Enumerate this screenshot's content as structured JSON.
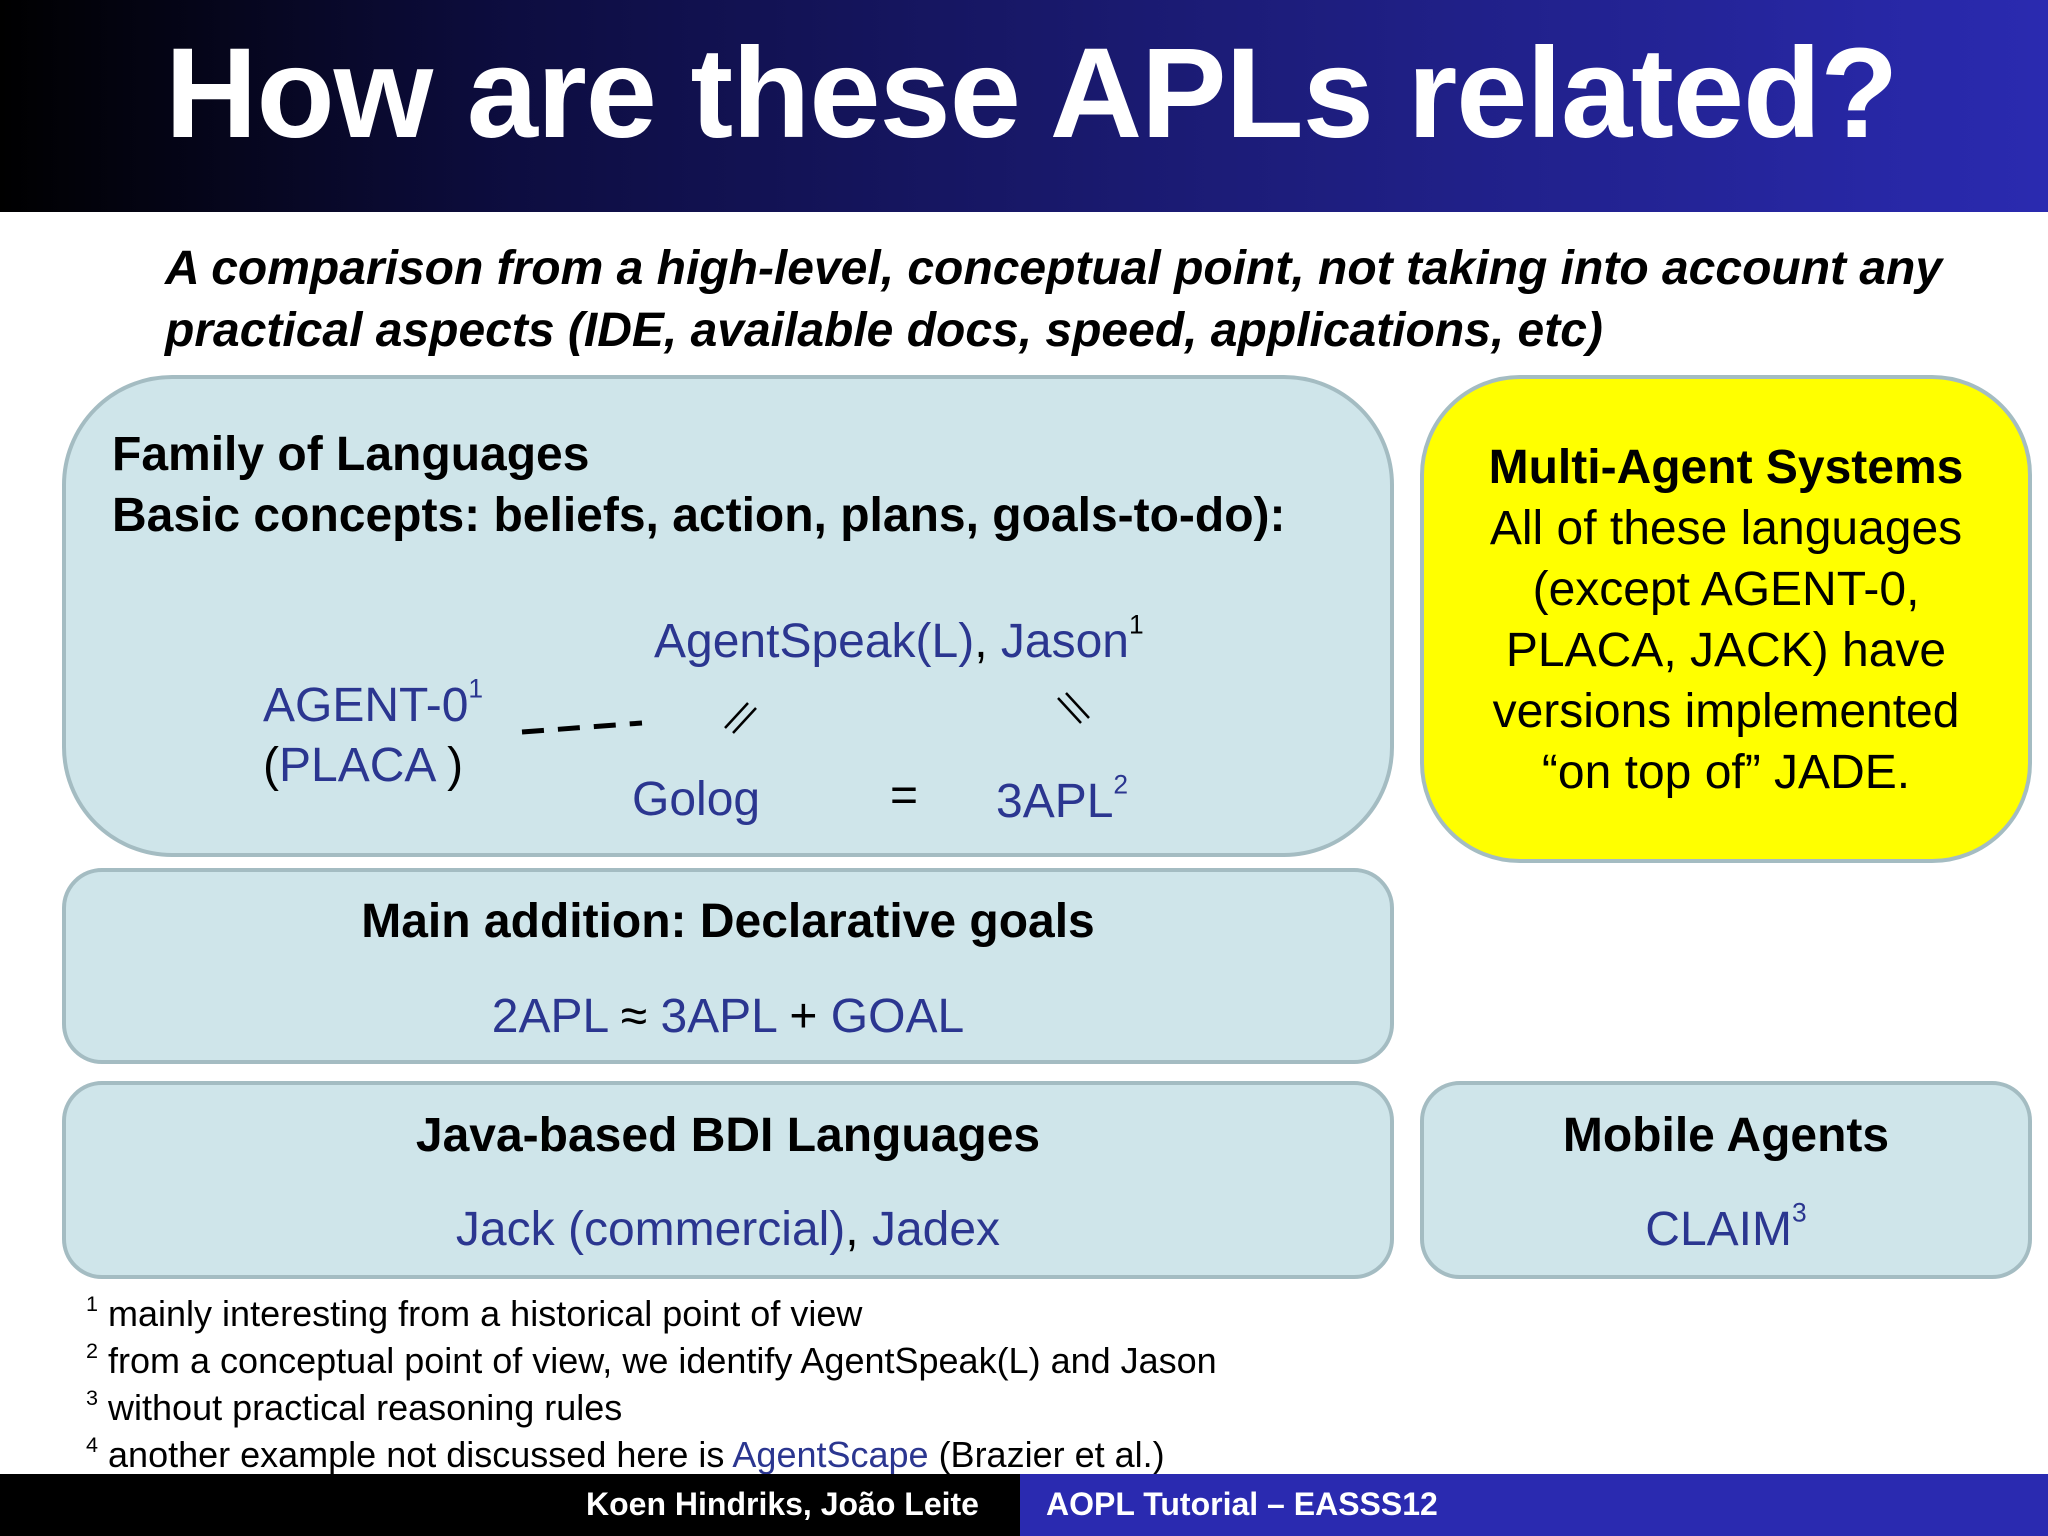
{
  "slide": {
    "title": "How are these APLs related?",
    "subtitle": "A comparison from a high-level, conceptual point, not taking into account any practical aspects (IDE, available docs, speed, applications, etc)"
  },
  "family": {
    "heading_1": "Family of Languages",
    "heading_2": "Basic concepts: beliefs, action, plans, goals-to-do):",
    "agentspeak": "AgentSpeak(L)",
    "comma": ", ",
    "jason": "Jason",
    "jason_note": "1",
    "agent0": "AGENT-0",
    "agent0_note": "1",
    "placa_open": "(",
    "placa": "PLACA",
    "placa_close": " )",
    "golog": "Golog",
    "equals": "=",
    "threeapl": "3APL",
    "threeapl_note": "2"
  },
  "mas": {
    "heading": "Multi-Agent Systems",
    "line_1": "All of these languages",
    "line_2": "(except AGENT-0,",
    "line_3": "PLACA, JACK) have",
    "line_4": "versions implemented",
    "line_5": "“on top of” JADE."
  },
  "declarative": {
    "heading": "Main addition: Declarative goals",
    "lang_1": "2APL",
    "approx": " ≈ ",
    "lang_2": "3APL",
    "plus": " + ",
    "lang_3": "GOAL"
  },
  "java": {
    "heading": "Java-based BDI Languages",
    "lang_1": "Jack (commercial)",
    "comma": ", ",
    "lang_2": "Jadex"
  },
  "mobile": {
    "heading": "Mobile Agents",
    "lang": "CLAIM",
    "note": "3"
  },
  "footnotes": [
    {
      "num": "1",
      "text": "mainly interesting from a historical point of view"
    },
    {
      "num": "2",
      "text": "from a conceptual point of view, we identify AgentSpeak(L) and Jason"
    },
    {
      "num": "3",
      "text": "without practical reasoning rules"
    },
    {
      "num": "4",
      "text_before": "another example not discussed here is ",
      "link": "AgentScape",
      "text_after": " (Brazier et al.)"
    }
  ],
  "footer": {
    "authors": "Koen Hindriks, João Leite",
    "event": "AOPL Tutorial – EASSS12"
  }
}
